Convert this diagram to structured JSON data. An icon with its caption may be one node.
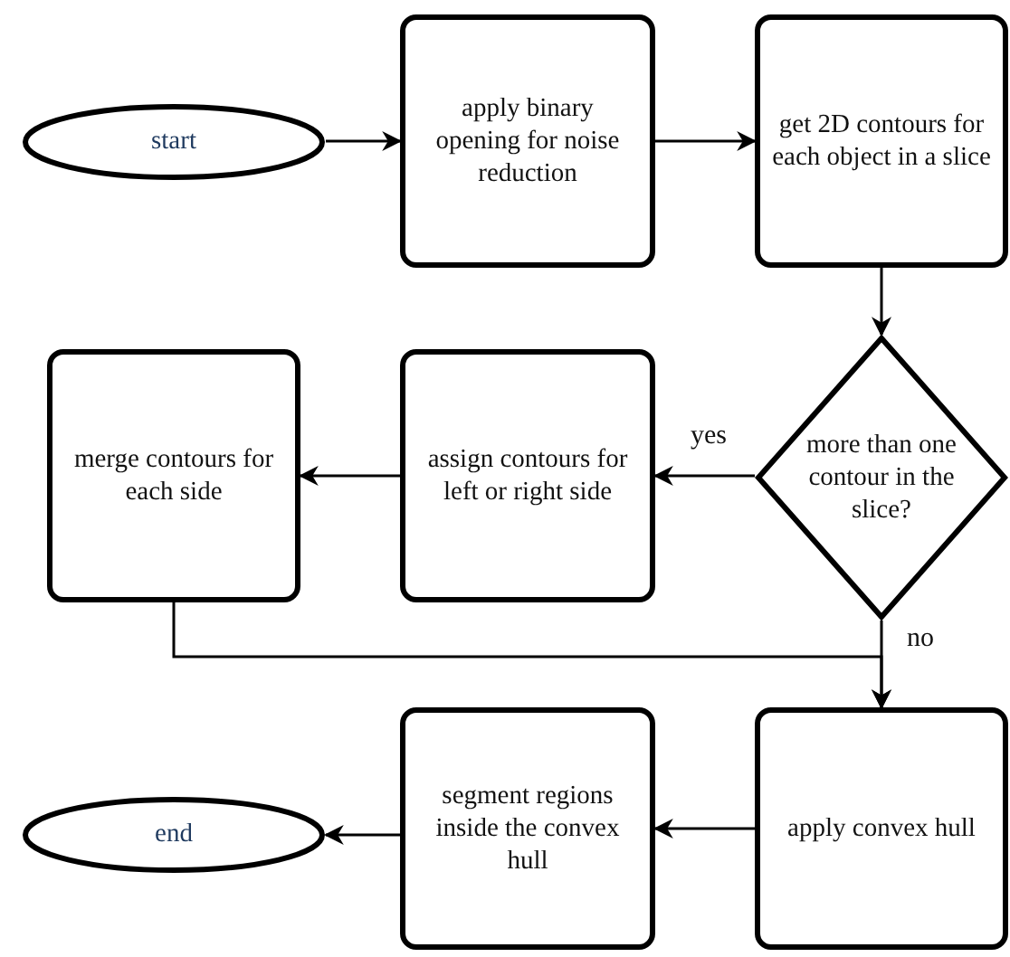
{
  "diagram": {
    "nodes": [
      {
        "text": [
          "start"
        ]
      },
      {
        "text": [
          "apply binary opening for noise reduction"
        ]
      },
      {
        "text": [
          "get 2D contours for each object in a slice"
        ]
      },
      {
        "text": [
          "more than one contour in the slice?"
        ]
      },
      {
        "text": [
          "assign contours for left or right side"
        ]
      },
      {
        "text": [
          "merge contours for each side"
        ]
      },
      {
        "text": [
          "apply convex hull"
        ]
      },
      {
        "text": [
          "segment regions inside the convex hull"
        ]
      },
      {
        "text": [
          "end"
        ]
      }
    ],
    "edges": [
      {
        "from": 0,
        "to": 1,
        "arrow": "to"
      },
      {
        "from": 1,
        "to": 2,
        "arrow": "to"
      },
      {
        "from": 2,
        "to": 3,
        "arrow": "to"
      },
      {
        "from": 3,
        "to": 4,
        "arrow": "to",
        "label": "yes"
      },
      {
        "from": 4,
        "to": 5,
        "arrow": "to"
      },
      {
        "from": 3,
        "to": 6,
        "arrow": "to",
        "label": "no"
      },
      {
        "from": 5,
        "to": 6,
        "arrow": "to"
      },
      {
        "from": 6,
        "to": 7,
        "arrow": "to"
      },
      {
        "from": 7,
        "to": 8,
        "arrow": "to"
      }
    ]
  }
}
